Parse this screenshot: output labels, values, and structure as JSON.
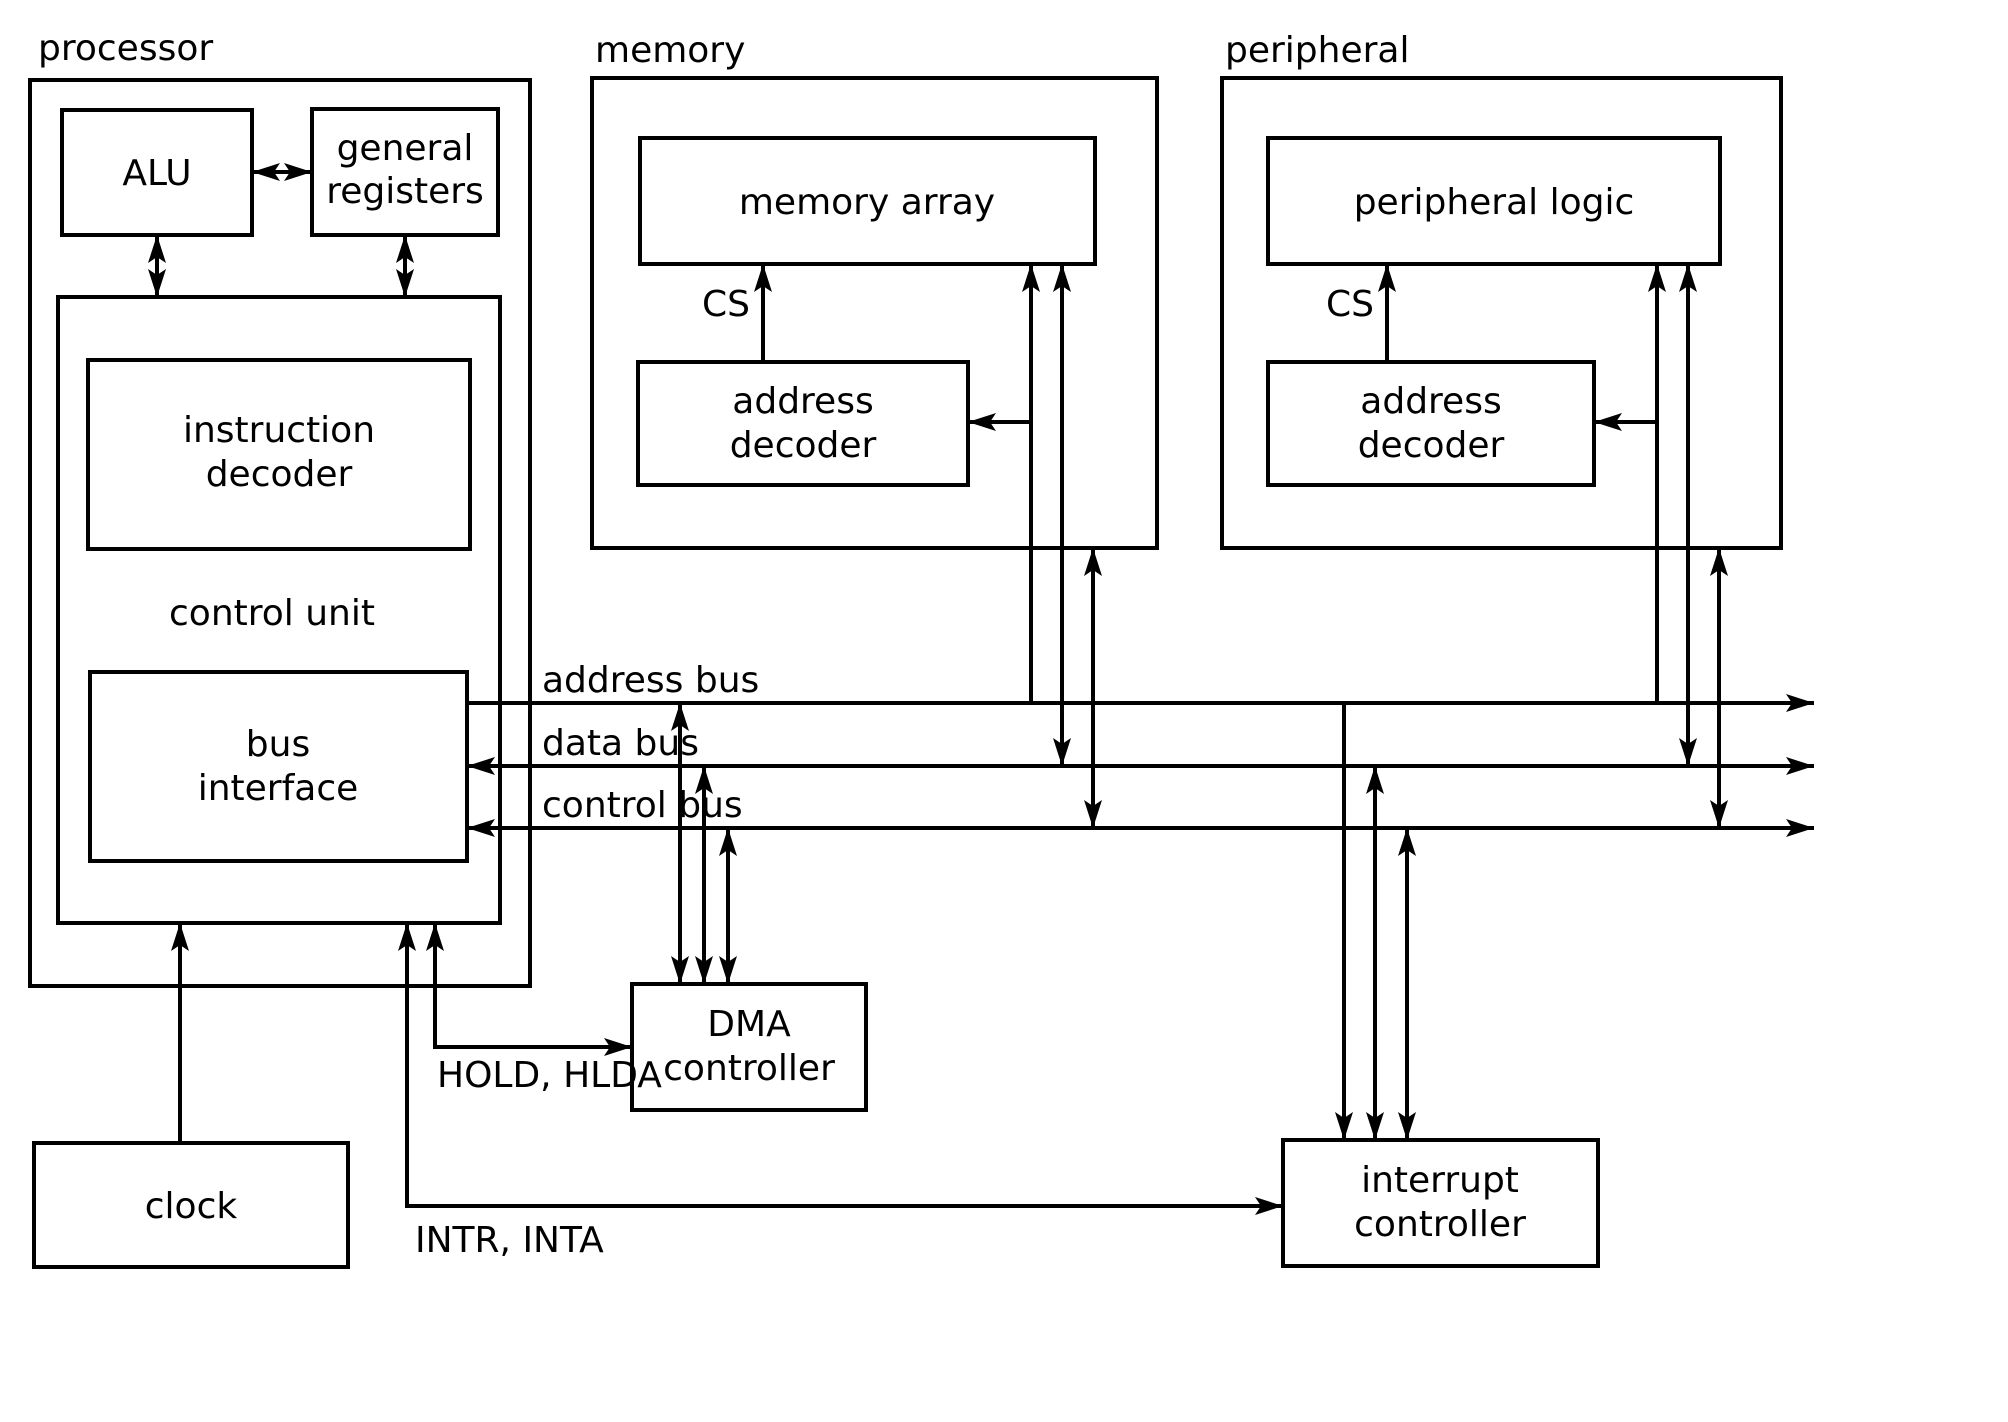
{
  "sections": {
    "processor": "processor",
    "memory": "memory",
    "peripheral": "peripheral"
  },
  "processor": {
    "alu": "ALU",
    "registers": [
      "general",
      "registers"
    ],
    "instruction_decoder": [
      "instruction",
      "decoder"
    ],
    "control_unit": "control unit",
    "bus_interface": [
      "bus",
      "interface"
    ]
  },
  "memory": {
    "array": "memory array",
    "decoder": [
      "address",
      "decoder"
    ],
    "cs": "CS"
  },
  "peripheral": {
    "logic": "peripheral logic",
    "decoder": [
      "address",
      "decoder"
    ],
    "cs": "CS"
  },
  "buses": {
    "address": "address bus",
    "data": "data bus",
    "control": "control bus"
  },
  "controllers": {
    "dma": [
      "DMA",
      "controller"
    ],
    "interrupt": [
      "interrupt",
      "controller"
    ]
  },
  "clock": "clock",
  "signals": {
    "hold": "HOLD, HLDA",
    "intr": "INTR, INTA"
  },
  "colors": {
    "stroke": "#000000",
    "background": "#ffffff"
  }
}
